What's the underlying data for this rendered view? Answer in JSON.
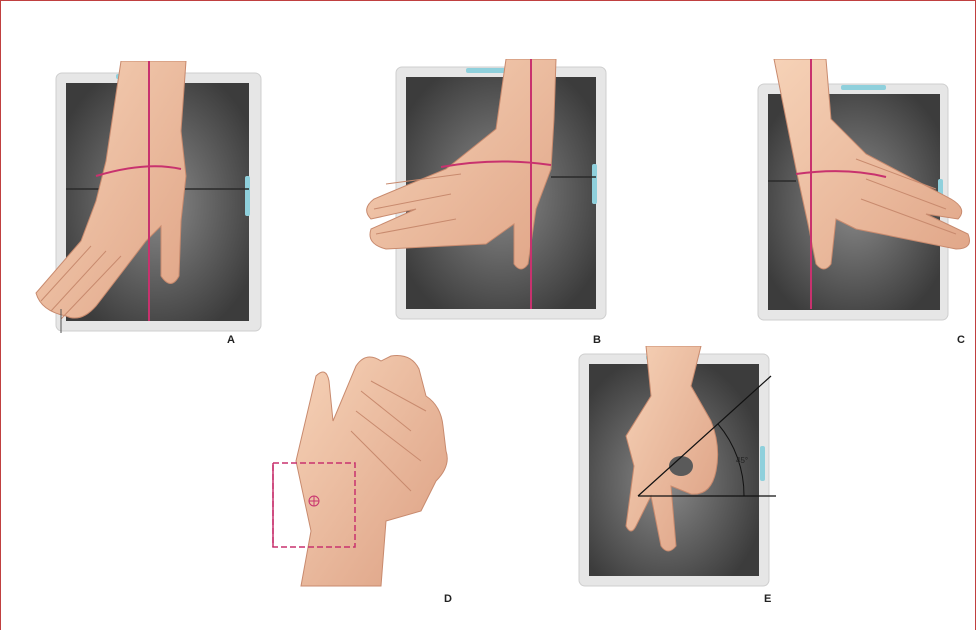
{
  "panels": [
    {
      "label": "A"
    },
    {
      "label": "B"
    },
    {
      "label": "C"
    },
    {
      "label": "D"
    },
    {
      "label": "E"
    }
  ],
  "angle_annotation": "45°",
  "colors": {
    "frame_border": "#c04040",
    "cassette_outer": "#e6e6e6",
    "cassette_inner": "#4a4a4a",
    "centering_line": "#c8326e",
    "skin": "#f2c3a3",
    "skin_shadow": "#d99a7e",
    "indicator_bar": "#8fd0dc"
  }
}
